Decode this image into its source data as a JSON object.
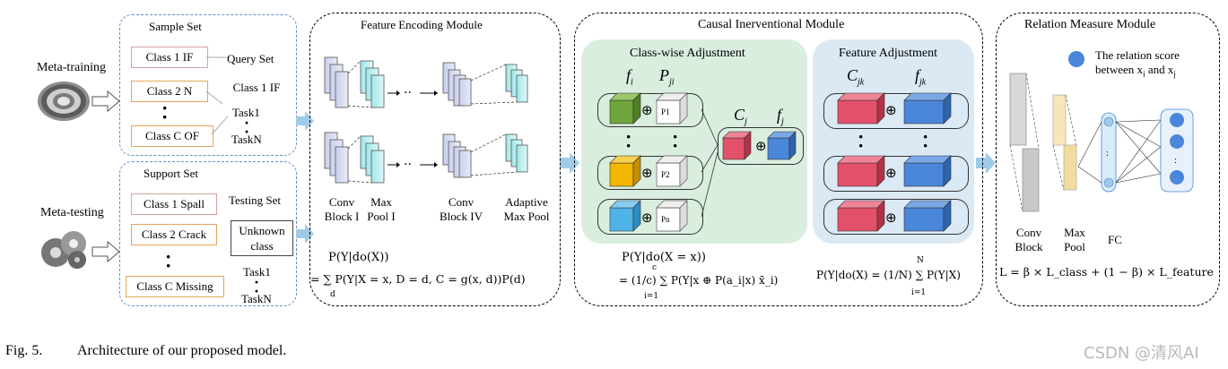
{
  "left": {
    "meta_training": "Meta-training",
    "meta_testing": "Meta-testing",
    "sample_set": {
      "title": "Sample Set",
      "classes": [
        "Class 1 IF",
        "Class 2 N",
        "Class C OF"
      ],
      "query_title": "Query Set",
      "query_class": "Class 1 IF",
      "task_first": "Task1",
      "task_last": "TaskN"
    },
    "support_set": {
      "title": "Support Set",
      "classes": [
        "Class 1 Spall",
        "Class 2 Crack",
        "Class C Missing"
      ],
      "testing_title": "Testing Set",
      "unknown_line1": "Unknown",
      "unknown_line2": "class",
      "task_first": "Task1",
      "task_last": "TaskN"
    }
  },
  "feature_encoding": {
    "title": "Feature Encoding Module",
    "labels": [
      {
        "l1": "Conv",
        "l2": "Block I"
      },
      {
        "l1": "Max",
        "l2": "Pool I"
      },
      {
        "l1": "Conv",
        "l2": "Block IV"
      },
      {
        "l1": "Adaptive",
        "l2": "Max Pool"
      }
    ],
    "formula_top": "P(Y|do(X))",
    "formula_bottom": "= ∑ P(Y|X = x, D = d, C = g(x, d))P(d)",
    "formula_sub": "d"
  },
  "causal": {
    "title": "Causal  Inerventional Module",
    "class_wise": {
      "title": "Class-wise  Adjustment",
      "fi": "f",
      "fi_sub": "i",
      "pji": "P",
      "pji_sub": "ji",
      "p_labels": [
        "P1",
        "P2",
        "Pn"
      ],
      "cj": "C",
      "cj_sub": "j",
      "fj": "f",
      "fj_sub": "j",
      "formula_top": "P(Y|do(X = x))",
      "formula_bottom": "= (1/c) ∑ P(Y|x ⊕ P(a_i|x) x̄_i)",
      "formula_sub": "i=1",
      "formula_sup": "c"
    },
    "feature_adj": {
      "title": "Feature  Adjustment",
      "cjk": "C",
      "cjk_sub": "jk",
      "fjk": "f",
      "fjk_sub": "jk",
      "formula": "P(Y|do(X) = (1/N) ∑ P(Y|X)",
      "formula_sub": "i=1",
      "formula_sup": "N"
    },
    "oplus": "⊕"
  },
  "relation": {
    "title": "Relation Measure Module",
    "legend_line1": "The relation score",
    "legend_line2": "between x",
    "legend_xi_sub": "i",
    "legend_and": " and x",
    "legend_xj_sub": "j",
    "labels": [
      {
        "l1": "Conv",
        "l2": "Block"
      },
      {
        "l1": "Max",
        "l2": "Pool"
      },
      {
        "l1": "FC",
        "l2": ""
      }
    ],
    "loss": "L = β × L_class + (1 − β) × L_feature"
  },
  "caption": {
    "fig": "Fig. 5.",
    "text": "Architecture of our proposed model."
  },
  "watermark": "CSDN @清风AI",
  "colors": {
    "green_cube": "#6fa53a",
    "yellow_cube": "#f2b600",
    "blue_cube": "#4fb3e8",
    "red_cube": "#e2506a",
    "bluedark_cube": "#4a86d9",
    "green_panel": "#d9eedf",
    "blue_panel": "#dbe9f4",
    "arrow_blue": "#9fcbe8"
  }
}
